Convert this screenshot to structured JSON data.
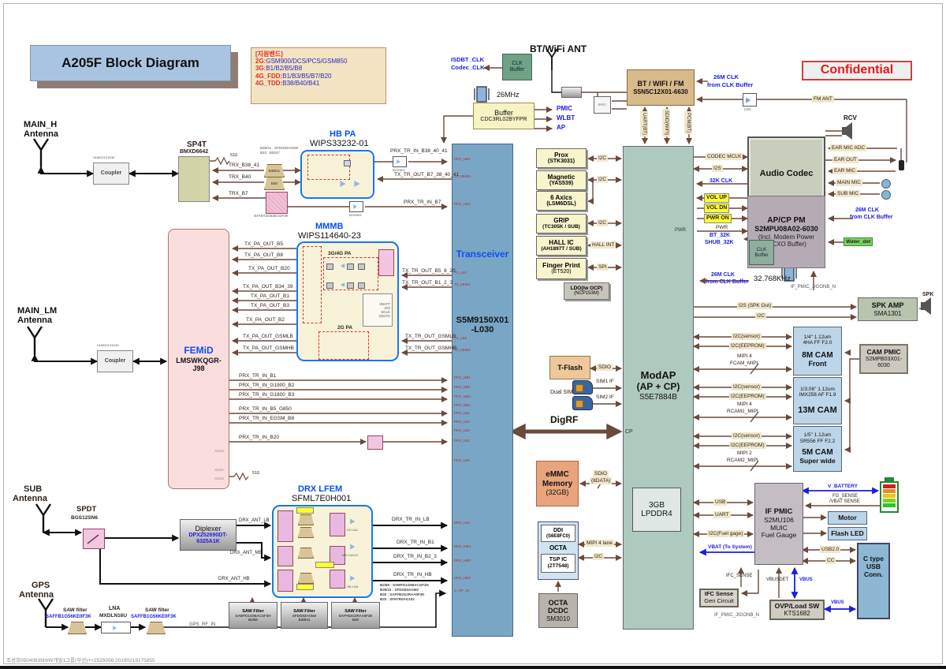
{
  "header": {
    "title": "A205F Block Diagram",
    "confidential": "Confidential",
    "footer": "조성희05040835H/W개발1그룹(무선)++2525056 20190219175855"
  },
  "legend": {
    "heading": "[지원밴드]",
    "rows": [
      {
        "k": "2G:",
        "v": "GSM900/DCS/PCS/GSM850"
      },
      {
        "k": "3G:",
        "v": "B1/B2/B5/B8"
      },
      {
        "k": "4G_FDD:",
        "v": "B1/B3/B5/B7/B20"
      },
      {
        "k": "4G_TDD:",
        "v": "B38/B40/B41"
      }
    ]
  },
  "clk": {
    "isdbt": "ISDBT_CLK",
    "codec": "Codec_CLK",
    "buf1": "CLK",
    "buf2": "Buffer",
    "xtal": "26MHz",
    "buffer": "Buffer",
    "buffer_part": "CDC3RL02BYFPR",
    "pmic": "PMIC",
    "wlbt": "WLBT",
    "ap": "AP"
  },
  "bt": {
    "ant": "BT/WiFi ANT",
    "l1": "BT / WIFI / FM",
    "l2": "S5N5C12X01-6630",
    "uart": "UART(BT)",
    "sdio": "SDIO(WIFI)",
    "pcm": "PCM(BT)",
    "clk1": "26M CLK",
    "clk2": "from CLK Buffer",
    "fm": "FM ANT",
    "spdt": "SPDT",
    "lna": "LNA"
  },
  "audio": {
    "name": "Audio Codec",
    "rcv": "RCV",
    "adc": "EAR MIC ADC",
    "earout": "EAR OUT",
    "earmic": "EAR MIC",
    "mainmic": "MAIN MIC",
    "submic": "SUB MIC",
    "mclk": "CODEC MCLK",
    "i2s": "I2S",
    "k32": "32K CLK"
  },
  "ap": {
    "l1": "AP/CP PM",
    "l2": "S2MPU08A02-6030",
    "l3": "(Incl. Modem Power",
    "l4": "/TCXO Buffer)",
    "volup": "VOL UP",
    "voldn": "VOL DN",
    "pwron": "PWR ON",
    "pwr": "PWR",
    "bt32": "BT_32K",
    "shub32": "SHUB_32K",
    "cb1": "CLK",
    "cb2": "Buffer",
    "xtal": "32.768KHz",
    "jig": "IF_PMIC_JIGONB_N",
    "water": "Water_det",
    "clk1": "26M CLK",
    "clk2": "from CLK Buffer"
  },
  "spk": {
    "i2s": "I2S (SPK Out)",
    "i2c": "I2C",
    "l1": "SPK AMP",
    "l2": "SMA1301",
    "spk": "SPK"
  },
  "mainh": {
    "l1": "MAIN_H",
    "l2": "Antenna",
    "coupler": "Coupler",
    "cpart": "HHM2213TA3K",
    "sp4t": "SP4T",
    "part": "BMXD6642",
    "r": "51Ω",
    "t1": "TRX_B38_41",
    "t2": "TRX_B40",
    "t3": "TRX_B7"
  },
  "hb": {
    "t": "HB PA",
    "p": "WIPS33232-01",
    "n1": "B38/41 : SFDG83AGM2",
    "n2": "B40 : B0347",
    "f1": "B38/41",
    "f2": "B40",
    "x": "SAYEY2G83ECGF3K",
    "lna": "BGS8H2",
    "s1": "PRX_TR_IN_B38_40_41",
    "s2": "TX_TR_OUT_B7_38_40_41",
    "s3": "PRX_TR_IN_B7"
  },
  "mm": {
    "t": "MMMB",
    "p": "WIPS114640-23",
    "pa1": "3G/4G PA",
    "pa2": "2G PA",
    "c1": "VBATT",
    "c2": "VIO",
    "c3": "SCLK",
    "c4": "SDATA",
    "left": [
      "TX_PA_OUT_B5",
      "TX_PA_OUT_B8",
      "TX_PA_OUT_B20",
      "TX_PA_OUT_B34_39",
      "TX_PA_OUT_B1",
      "TX_PA_OUT_B3",
      "TX_PA_OUT_B2",
      "TX_PA_OUT_GSMLB",
      "TX_PA_OUT_GSMHB"
    ],
    "right": [
      "TX_TR_OUT_B5_8_20",
      "TX_TR_OUT_B1_2_3",
      "TX_TR_OUT_GSMLB",
      "TX_TR_OUT_GSMHB"
    ]
  },
  "fem": {
    "t": "FEMiD",
    "p1": "LMSWKQGR-",
    "p2": "J98",
    "a1": "AUX2",
    "a2": "AUX1",
    "a3": "AUX3",
    "r": "51Ω"
  },
  "mainlm": {
    "l1": "MAIN_LM",
    "l2": "Antenna",
    "coupler": "Coupler",
    "cpart": "HHM2213TA3H"
  },
  "prx": [
    "PRX_TR_IN_B1",
    "PRX_TR_IN_G1900_B2",
    "PRX_TR_IN_G1800_B3",
    "PRX_TR_IN_B5_G850",
    "PRX_TR_IN_EGSM_B8",
    "PRX_TR_IN_B20"
  ],
  "trx": {
    "t": "Transceiver",
    "p1": "S5M9150X01",
    "p2": "-L030",
    "pins": [
      "PRX_HB2",
      "TX_MHB3",
      "PRX_HB3",
      "TX_LB1",
      "TX_MHB1",
      "TX_LB2",
      "TX_MHB4",
      "PRX_MB1",
      "PRX_MB2",
      "PRX_MB3",
      "PRX_MB4",
      "PRX_LB1",
      "PRX_LB2",
      "PRX_LB3",
      "PRX_LB4",
      "PRX_LB5",
      "DRX_LB1",
      "DRX_MB3",
      "DRX_MB2",
      "DRX_HB3",
      "G_RF_IN"
    ]
  },
  "sub": {
    "l1": "SUB",
    "l2": "Antenna",
    "spdt": "SPDT",
    "part": "BGS12SN6"
  },
  "dip": {
    "n": "Diplexer",
    "p1": "DPX252690DT-",
    "p2": "6325A1K",
    "a1": "DRX_ANT_LB",
    "a2": "DRX_ANT_MB",
    "a3": "DRX_ANT_HB"
  },
  "drx": {
    "t": "DRX LFEM",
    "p": "SFML7E0H001",
    "o1": "DRX_TR_IN_LB",
    "o2": "DRX_TR_IN_B1",
    "o3": "DRX_TR_IN_B2_3",
    "o4": "DRX_TR_IN_HB",
    "l1": "LB LNA",
    "l2": "MB LNA1/2",
    "l3": "HB LNA",
    "n1": "B2/66 : SAWFD1G96ACGF3H",
    "n2": "B39/41 : SFDG83AGM2",
    "n3": "B40 : SAFFB2G2RAA0F3K",
    "n4": "B20 : SFH7R0AG102",
    "saw": [
      {
        "l1": "SAW Filter",
        "l2": "SAWFD1G96ACGF3H",
        "l3": "B2/66"
      },
      {
        "l1": "SAW Filter",
        "l2": "SFDG83AGM2",
        "l3": "B3/B41"
      },
      {
        "l1": "SAW Filter",
        "l2": "SAFFB2G2RAA0F3K",
        "l3": "B40"
      }
    ]
  },
  "gps": {
    "l1": "GPS",
    "l2": "Antenna",
    "saw": "SAW filter",
    "sawp": "SAFFB1G56KE0F3K",
    "lna": "LNA",
    "lnap": "MXDLN16U",
    "saw2": "SAW filter",
    "sawp2": "SAFFB1G56KE0F3K",
    "rf": "GPS_RF_IN"
  },
  "sen": {
    "s1a": "Prox",
    "s1b": "(STK3031)",
    "s2a": "Magnetic",
    "s2b": "(YAS539)",
    "s3a": "6 Axics",
    "s3b": "(LSM6DSL)",
    "s4a": "GRIP",
    "s4b": "(TC305K / SUB)",
    "s5a": "HALL IC",
    "s5b": "(AH1897T / SUB)",
    "s6a": "Finger Print",
    "s6b": "(ET520)",
    "ldo1": "LDO(/w OCP)",
    "ldo2": "(NCP153M)",
    "i2c": "I2C",
    "hall": "HALL INT",
    "spi": "SPI"
  },
  "map": {
    "l1": "ModAP",
    "l2": "(AP + CP)",
    "l3": "S5E7884B",
    "cp": "CP",
    "pwr": "PWR",
    "ddr1": "3GB",
    "ddr2": "LPDDR4",
    "tf": "T-Flash",
    "sdio": "SDIO",
    "dsim": "Dual SIM",
    "sim1": "SIM1 IF",
    "sim2": "SIM2 IF",
    "digrf": "DigRF"
  },
  "emmc": {
    "l1": "eMMC",
    "l2": "Memory",
    "l3": "(32GB)",
    "sdio1": "SDIO",
    "sdio2": "(8DATA)"
  },
  "octa": {
    "ddi1": "DDI",
    "ddi2": "(S6E8FC0)",
    "octa": "OCTA",
    "tsp1": "TSP IC",
    "tsp2": "(ZT7548)",
    "mipi": "MIPI 4 lane",
    "i2c": "I2C",
    "d1": "OCTA",
    "d2": "DCDC",
    "d3": "SM3010"
  },
  "cam": {
    "i2cs": "I2C(sensor)",
    "i2ce": "I2C(EEPROM)",
    "m1a": "MIPI 4",
    "m1b": "FCAM_MIPI",
    "m2a": "MIPI 4",
    "m2b": "RCAM1_MIPI",
    "m3a": "MIPI 2",
    "m3b": "RCAM2_MIPI",
    "c1s1": "1/4\" 1.12um",
    "c1s2": "4HA FF F2.0",
    "c1n": "8M CAM",
    "c1x": "Front",
    "c2s1": "1/3.06\" 1.12um",
    "c2s2": "IMX258 AF F1.9",
    "c2n": "13M CAM",
    "c3s1": "1/5\" 1.12um",
    "c3s2": "SR556 FF F2.2",
    "c3n": "5M CAM",
    "c3x": "Super wide",
    "p1": "CAM PMIC",
    "p2": "S2MPB03X01-",
    "p3": "6030"
  },
  "ifp": {
    "l1": "IF PMIC",
    "l2": "S2MU106",
    "l3": "MUIC",
    "l4": "Fuel Gauge",
    "usb": "USB",
    "uart": "UART",
    "i2cf": "I2C(Fuel gage)",
    "vbat": "VBAT (To System)",
    "vb": "V_BATTERY",
    "fg1": "FG_SENSE",
    "fg2": "/VBAT SENSE",
    "motor": "Motor",
    "flash": "Flash LED",
    "usb2": "USB2.0",
    "cc": "CC",
    "c1": "C type",
    "c2": "USB",
    "c3": "Conn.",
    "ifc": "IFC_SENSE",
    "vbusdet": "VBUSDET",
    "vbus": "VBUS",
    "g1": "IFC Sense",
    "g2": "Gen Circuit",
    "jig": "IF_PMIC_JIGONB_N",
    "o1": "OVP/Load SW",
    "o2": "KTS1682"
  }
}
